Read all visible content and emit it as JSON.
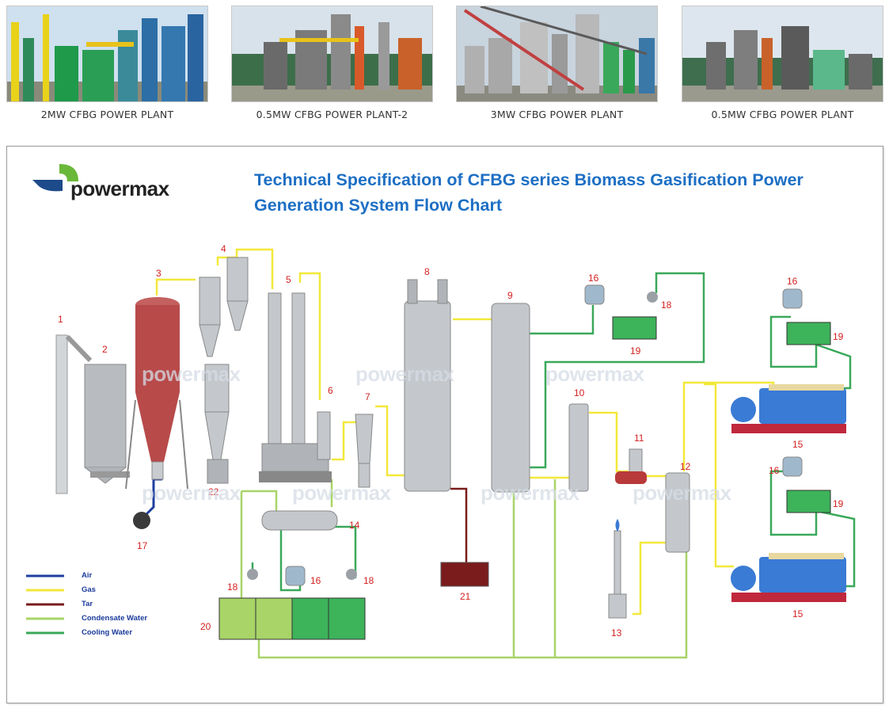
{
  "gallery": [
    {
      "caption": "2MW CFBG POWER PLANT"
    },
    {
      "caption": "0.5MW CFBG POWER PLANT-2"
    },
    {
      "caption": "3MW CFBG POWER PLANT"
    },
    {
      "caption": "0.5MW CFBG POWER PLANT"
    }
  ],
  "diagram": {
    "brand": "powermax",
    "title_line1": "Technical Specification of CFBG series Biomass Gasification Power",
    "title_line2": "Generation System Flow Chart",
    "watermark": "powermax",
    "labels": [
      "1",
      "2",
      "3",
      "4",
      "5",
      "6",
      "7",
      "8",
      "9",
      "10",
      "11",
      "12",
      "13",
      "14",
      "15",
      "16",
      "17",
      "18",
      "19",
      "20",
      "21",
      "22"
    ],
    "legend": [
      {
        "label": "Air",
        "color": "#1f3fa0"
      },
      {
        "label": "Gas",
        "color": "#f2e83a"
      },
      {
        "label": "Tar",
        "color": "#7a1c1c"
      },
      {
        "label": "Condensate Water",
        "color": "#a8d468"
      },
      {
        "label": "Cooling Water",
        "color": "#3aa85a"
      }
    ],
    "colors": {
      "title_blue": "#1d6fc4",
      "number_red": "#d42020",
      "vessel_grey": "#b8bcc0",
      "gasifier_red": "#b84a4a",
      "genset_blue": "#3a7bd5",
      "genset_base_red": "#c0283c",
      "tank_green": "#3db35a",
      "tank_light_green": "#a8d468"
    }
  }
}
